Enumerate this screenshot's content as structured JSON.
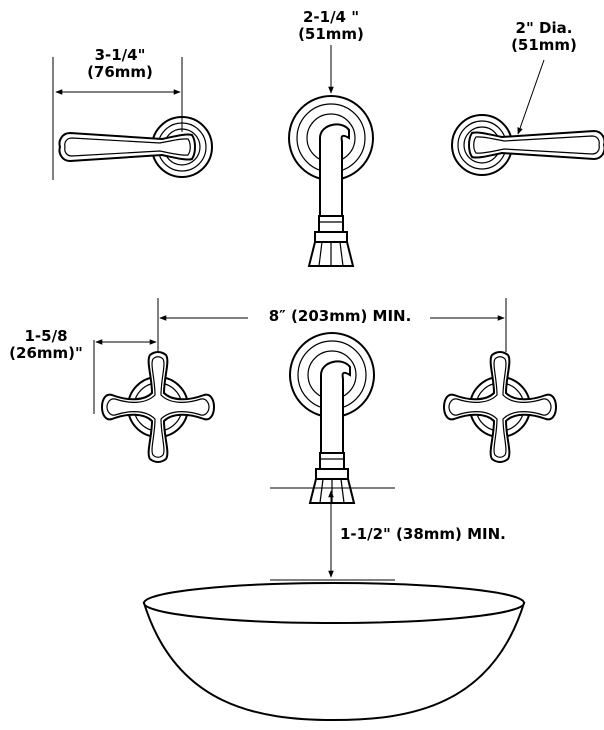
{
  "dimensions": {
    "lever_length": {
      "line1": "3-1/4\"",
      "line2": "(76mm)"
    },
    "spout_flange": {
      "line1": "2-1/4 \"",
      "line2": "(51mm)"
    },
    "handle_flange": {
      "line1": "2\" Dia.",
      "line2": "(51mm)"
    },
    "cross_handle": {
      "line1": "1-5/8",
      "line2": "(26mm)\""
    },
    "spread": {
      "text": "8″ (203mm) MIN."
    },
    "clearance": {
      "text": "1-1/2\" (38mm) MIN."
    }
  },
  "colors": {
    "line": "#000000",
    "background": "#ffffff"
  }
}
